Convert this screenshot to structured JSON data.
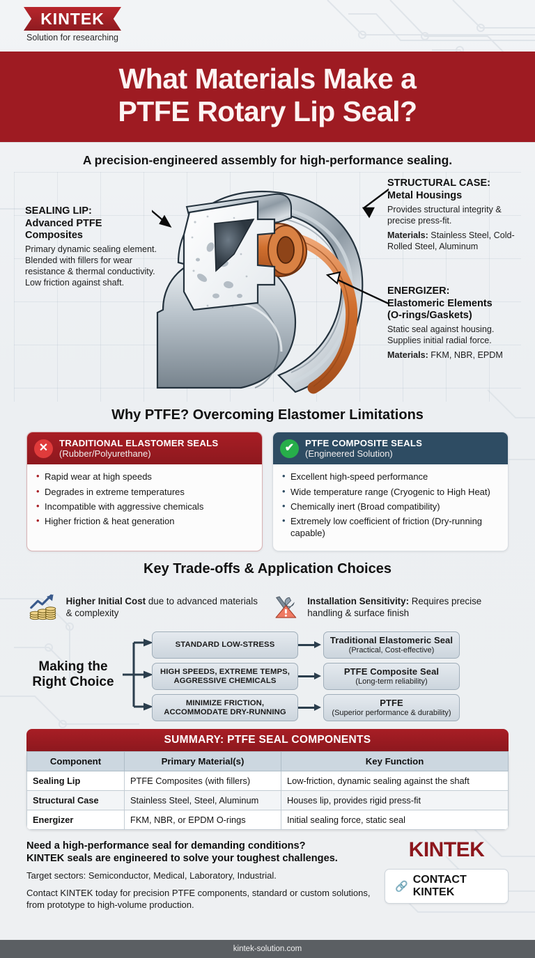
{
  "brand": {
    "logo_text": "KINTEK",
    "tagline": "Solution for researching",
    "footer_logo": "KINTEK",
    "accent_red": "#9e1b22",
    "accent_navy": "#2e4c63"
  },
  "banner": {
    "title_line1": "What Materials Make a",
    "title_line2": "PTFE Rotary Lip Seal?"
  },
  "subtitle": "A precision-engineered assembly for high-performance sealing.",
  "diagram": {
    "callouts": [
      {
        "id": "sealing-lip",
        "title_line1": "SEALING LIP:",
        "title_line2": "Advanced PTFE",
        "title_line3": "Composites",
        "body": "Primary dynamic sealing element. Blended with fillers for wear resistance & thermal conductivity. Low friction against shaft.",
        "materials_label": "",
        "materials": ""
      },
      {
        "id": "structural-case",
        "title_line1": "STRUCTURAL CASE:",
        "title_line2": "Metal Housings",
        "title_line3": "",
        "body": "Provides structural integrity & precise press-fit.",
        "materials_label": "Materials:",
        "materials": " Stainless Steel, Cold-Rolled Steel, Aluminum"
      },
      {
        "id": "energizer",
        "title_line1": "ENERGIZER:",
        "title_line2": "Elastomeric Elements",
        "title_line3": "(O-rings/Gaskets)",
        "body": "Static seal against housing. Supplies initial radial force.",
        "materials_label": "Materials:",
        "materials": " FKM, NBR, EPDM"
      }
    ]
  },
  "compare": {
    "heading": "Why PTFE? Overcoming Elastomer Limitations",
    "bad": {
      "icon": "cross-icon",
      "title": "TRADITIONAL ELASTOMER SEALS",
      "subtitle": "(Rubber/Polyurethane)",
      "items": [
        "Rapid wear at high speeds",
        "Degrades in extreme temperatures",
        "Incompatible with aggressive chemicals",
        "Higher friction & heat generation"
      ]
    },
    "good": {
      "icon": "check-icon",
      "title": "PTFE COMPOSITE SEALS",
      "subtitle": "(Engineered Solution)",
      "items": [
        "Excellent high-speed performance",
        "Wide temperature range (Cryogenic to High Heat)",
        "Chemically inert (Broad compatibility)",
        "Extremely low coefficient of friction (Dry-running capable)"
      ]
    }
  },
  "tradeoffs": {
    "heading": "Key Trade-offs & Application Choices",
    "items": [
      {
        "icon": "coins-growth-icon",
        "bold": "Higher Initial Cost",
        "rest": " due to advanced materials & complexity"
      },
      {
        "icon": "wrench-warning-icon",
        "bold": "Installation Sensitivity:",
        "rest": " Requires precise handling & surface finish"
      }
    ]
  },
  "flow": {
    "label_line1": "Making the",
    "label_line2": "Right Choice",
    "rows": [
      {
        "condition": "STANDARD LOW-STRESS",
        "condition_line2": "",
        "result": "Traditional Elastomeric Seal",
        "result_sub": "(Practical, Cost-effective)"
      },
      {
        "condition": "HIGH SPEEDS, EXTREME TEMPS,",
        "condition_line2": "AGGRESSIVE CHEMICALS",
        "result": "PTFE Composite Seal",
        "result_sub": "(Long-term reliability)"
      },
      {
        "condition": "MINIMIZE FRICTION,",
        "condition_line2": "ACCOMMODATE DRY-RUNNING",
        "result": "PTFE",
        "result_sub": "(Superior performance & durability)"
      }
    ]
  },
  "summary_table": {
    "caption": "SUMMARY: PTFE SEAL COMPONENTS",
    "headers": [
      "Component",
      "Primary Material(s)",
      "Key Function"
    ],
    "rows": [
      [
        "Sealing Lip",
        "PTFE Composites (with fillers)",
        "Low-friction, dynamic sealing against the shaft"
      ],
      [
        "Structural Case",
        "Stainless Steel, Steel, Aluminum",
        "Houses lip, provides rigid press-fit"
      ],
      [
        "Energizer",
        "FKM, NBR, or EPDM O-rings",
        "Initial sealing force, static seal"
      ]
    ]
  },
  "cta": {
    "head_line1": "Need a high-performance seal for demanding conditions?",
    "head_line2": "KINTEK seals are engineered to solve your toughest challenges.",
    "para1": "Target sectors: Semiconductor, Medical, Laboratory, Industrial.",
    "para2": "Contact KINTEK today for precision PTFE components, standard or custom solutions, from prototype to high-volume production.",
    "button_label": "CONTACT KINTEK"
  },
  "footer": {
    "url": "kintek-solution.com"
  }
}
